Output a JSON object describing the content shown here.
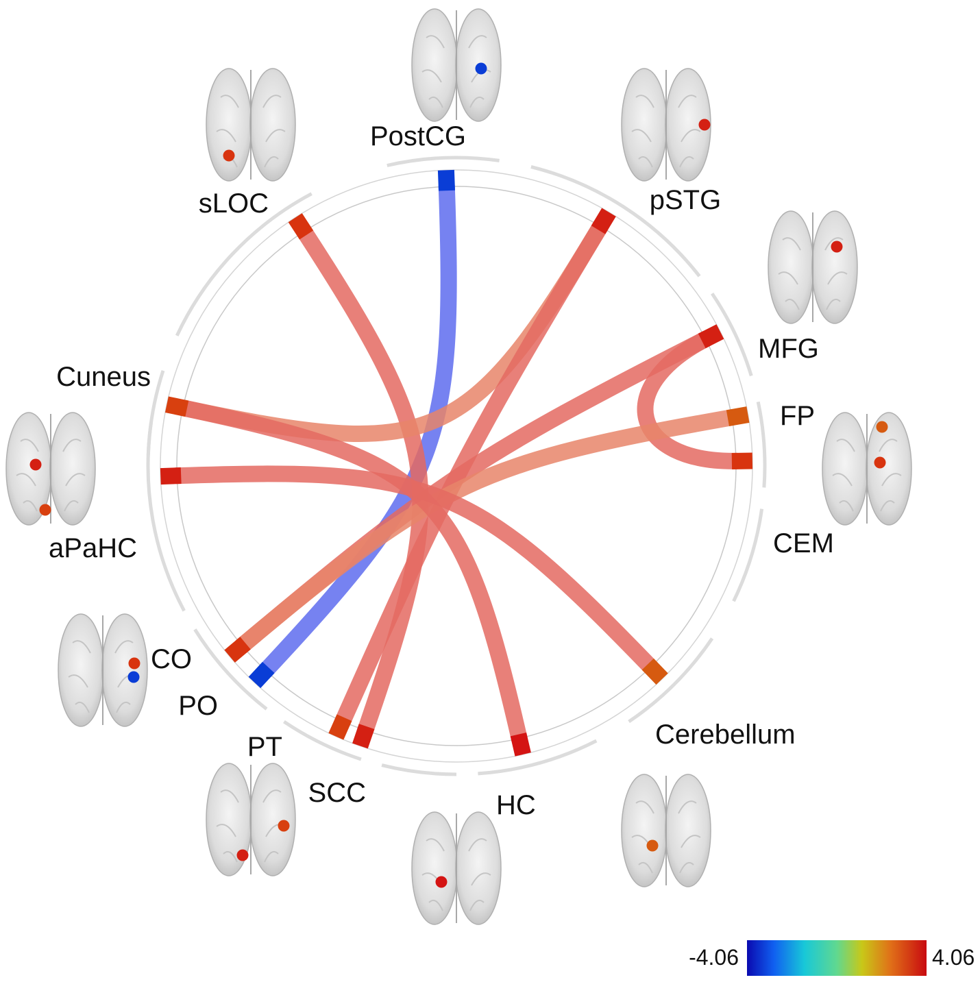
{
  "regions": [
    {
      "id": "PostCG",
      "label": "PostCG",
      "color": "#0a3dd6"
    },
    {
      "id": "pSTG",
      "label": "pSTG",
      "color": "#d42013"
    },
    {
      "id": "MFG",
      "label": "MFG",
      "color": "#d42013"
    },
    {
      "id": "FP",
      "label": "FP",
      "color": "#d65a10"
    },
    {
      "id": "CEM",
      "label": "CEM",
      "color": "#d8340f"
    },
    {
      "id": "Cerebellum",
      "label": "Cerebellum",
      "color": "#d65a10"
    },
    {
      "id": "HC",
      "label": "HC",
      "color": "#d41413"
    },
    {
      "id": "SCC",
      "label": "SCC",
      "color": "#d42013"
    },
    {
      "id": "PT",
      "label": "PT",
      "color": "#d8400f"
    },
    {
      "id": "PO",
      "label": "PO",
      "color": "#0a3dd6"
    },
    {
      "id": "CO",
      "label": "CO",
      "color": "#d8340f"
    },
    {
      "id": "aPaHC",
      "label": "aPaHC",
      "color": "#d42013"
    },
    {
      "id": "Cuneus",
      "label": "Cuneus",
      "color": "#d8400f"
    },
    {
      "id": "sLOC",
      "label": "sLOC",
      "color": "#d8340f"
    }
  ],
  "connections": [
    {
      "from": "PostCG",
      "to": "PO",
      "color": "#5e6cee"
    },
    {
      "from": "sLOC",
      "to": "SCC",
      "color": "#e46a62"
    },
    {
      "from": "pSTG",
      "to": "Cuneus",
      "color": "#e8856a"
    },
    {
      "from": "pSTG",
      "to": "PT",
      "color": "#e46a62"
    },
    {
      "from": "MFG",
      "to": "CO",
      "color": "#e46a62"
    },
    {
      "from": "MFG",
      "to": "CEM",
      "color": "#e46a62"
    },
    {
      "from": "FP",
      "to": "CO",
      "color": "#e8856a"
    },
    {
      "from": "Cuneus",
      "to": "HC",
      "color": "#e46a62"
    },
    {
      "from": "aPaHC",
      "to": "Cerebellum",
      "color": "#e46a62"
    }
  ],
  "brains": [
    {
      "region": "PostCG",
      "dots": [
        "#0a3dd6"
      ]
    },
    {
      "region": "pSTG",
      "dots": [
        "#d42013"
      ]
    },
    {
      "region": "MFG",
      "dots": [
        "#d42013"
      ]
    },
    {
      "region": "FP-CEM",
      "dots": [
        "#d65a10",
        "#d8340f"
      ]
    },
    {
      "region": "Cerebellum",
      "dots": [
        "#d65a10"
      ]
    },
    {
      "region": "HC",
      "dots": [
        "#d41413"
      ]
    },
    {
      "region": "PT-SCC",
      "dots": [
        "#d8400f",
        "#d42013"
      ]
    },
    {
      "region": "CO-PO",
      "dots": [
        "#d8340f",
        "#0a3dd6"
      ]
    },
    {
      "region": "aPaHC-Cuneus",
      "dots": [
        "#d42013",
        "#d8400f"
      ]
    },
    {
      "region": "sLOC",
      "dots": [
        "#d8340f"
      ]
    }
  ],
  "colorbar": {
    "min_label": "-4.06",
    "max_label": "4.06",
    "min": -4.06,
    "max": 4.06
  }
}
